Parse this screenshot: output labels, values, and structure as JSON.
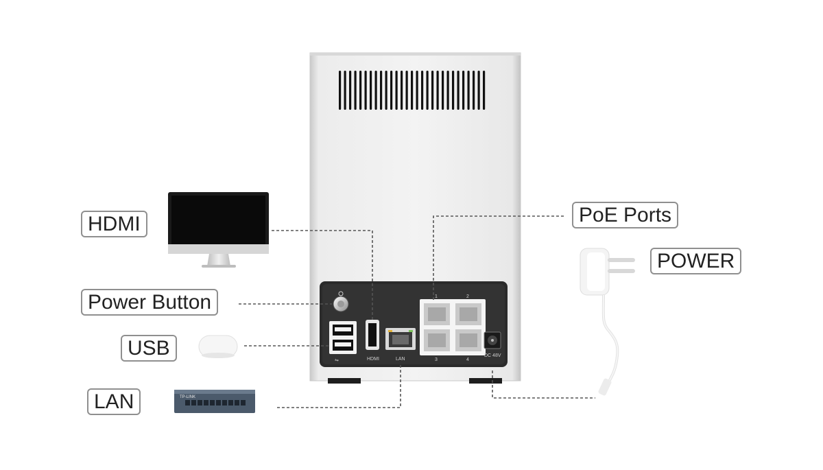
{
  "labels": {
    "hdmi": "HDMI",
    "power_button": "Power Button",
    "usb": "USB",
    "lan": "LAN",
    "poe_ports": "PoE Ports",
    "power": "POWER"
  },
  "panel_markings": {
    "hdmi": "HDMI",
    "lan": "LAN",
    "poe_1": "1",
    "poe_2": "2",
    "poe_3": "3",
    "poe_4": "4",
    "dc": "DC 48V"
  },
  "switch_brand": "TP-LINK",
  "colors": {
    "leader_line": "#555555",
    "label_border": "#8f8f8f",
    "device_body": "#e6e6e6",
    "back_panel": "#2b2b2b"
  }
}
